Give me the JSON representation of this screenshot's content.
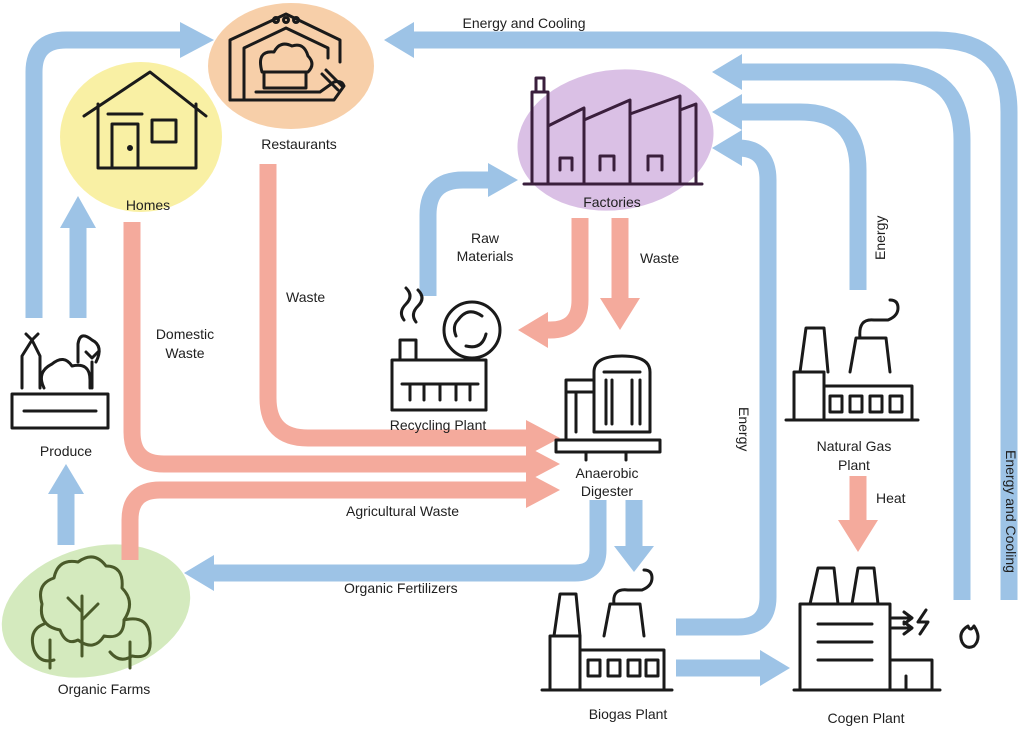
{
  "nodes": {
    "restaurants": "Restaurants",
    "homes": "Homes",
    "factories": "Factories",
    "produce": "Produce",
    "recycling_plant": "Recycling Plant",
    "anaerobic_digester_line1": "Anaerobic",
    "anaerobic_digester_line2": "Digester",
    "natural_gas_plant_line1": "Natural Gas",
    "natural_gas_plant_line2": "Plant",
    "organic_farms": "Organic Farms",
    "biogas_plant": "Biogas Plant",
    "cogen_plant": "Cogen Plant"
  },
  "flows": {
    "energy_and_cooling_top": "Energy and Cooling",
    "energy_and_cooling_right": "Energy and Cooling",
    "raw_materials_line1": "Raw",
    "raw_materials_line2": "Materials",
    "waste_factories": "Waste",
    "waste_restaurants": "Waste",
    "domestic_waste_line1": "Domestic",
    "domestic_waste_line2": "Waste",
    "energy_natural_gas": "Energy",
    "energy_biogas": "Energy",
    "heat": "Heat",
    "agricultural_waste": "Agricultural Waste",
    "organic_fertilizers": "Organic Fertilizers"
  },
  "colors": {
    "blue_flow": "#9dc3e6",
    "red_flow": "#f4aa9c",
    "icon_stroke": "#1a1a1a",
    "restaurants_bg": "#f6c79a",
    "homes_bg": "#f8ee9a",
    "factories_bg": "#d6b9e2",
    "farms_bg": "#cfe8b7"
  },
  "icons": [
    "restaurant-icon",
    "home-icon",
    "factory-icon",
    "produce-icon",
    "recycling-plant-icon",
    "digester-icon",
    "natural-gas-plant-icon",
    "tree-icon",
    "biogas-plant-icon",
    "cogen-plant-icon"
  ]
}
